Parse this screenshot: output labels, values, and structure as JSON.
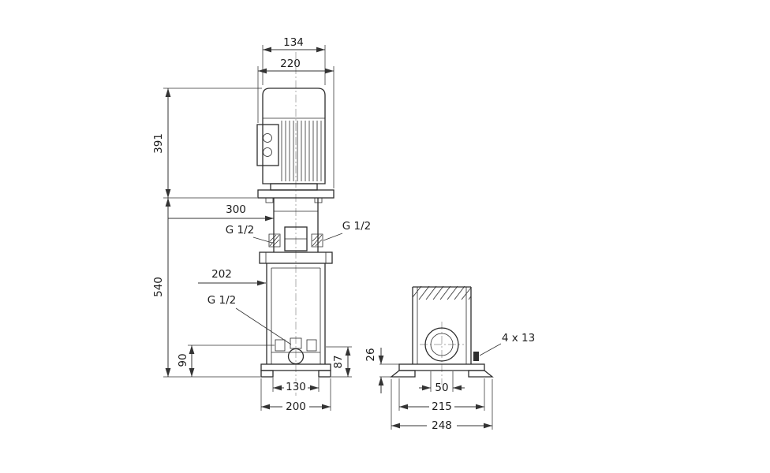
{
  "drawing": {
    "background": "#ffffff",
    "line_color": "#2d2d2d",
    "front_view": {
      "motor_top_width": "134",
      "motor_flange_width": "220",
      "motor_height": "391",
      "clearance_300": "300",
      "pump_height": "540",
      "dim_202": "202",
      "port_left_label": "G 1/2",
      "port_right_label": "G 1/2",
      "drain_port_label": "G 1/2",
      "dim_90": "90",
      "dim_87": "87",
      "foot_inner_width": "130",
      "base_width": "200"
    },
    "side_view": {
      "dim_26": "26",
      "bolt_holes_label": "4 x 13",
      "dim_50": "50",
      "base_top_length": "215",
      "base_overall_length": "248"
    }
  }
}
